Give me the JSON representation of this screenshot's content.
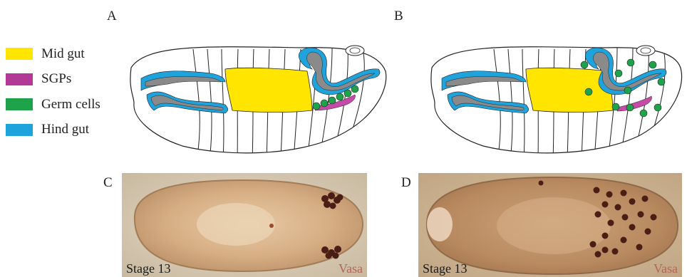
{
  "panels": {
    "a": "A",
    "b": "B",
    "c": "C",
    "d": "D"
  },
  "legend": [
    {
      "label": "Mid gut",
      "color": "#FFE500",
      "icon": "midgut-swatch"
    },
    {
      "label": "SGPs",
      "color": "#B23A96",
      "icon": "sgps-swatch"
    },
    {
      "label": "Germ cells",
      "color": "#1EA34A",
      "icon": "germ-cells-swatch"
    },
    {
      "label": "Hind gut",
      "color": "#1FA3DD",
      "icon": "hind-gut-swatch"
    }
  ],
  "micrographs": {
    "c": {
      "stage": "Stage 13",
      "stain": "Vasa"
    },
    "d": {
      "stage": "Stage 13",
      "stain": "Vasa"
    }
  },
  "colors": {
    "midgut": "#FFE500",
    "sgps": "#C44BA8",
    "germ": "#1EA34A",
    "hindgut": "#1FA3DD",
    "gut_core": "#8A8A8A",
    "outline": "#222222",
    "stain_label": "#B4645A",
    "photo_bg": "#C9A57E"
  }
}
